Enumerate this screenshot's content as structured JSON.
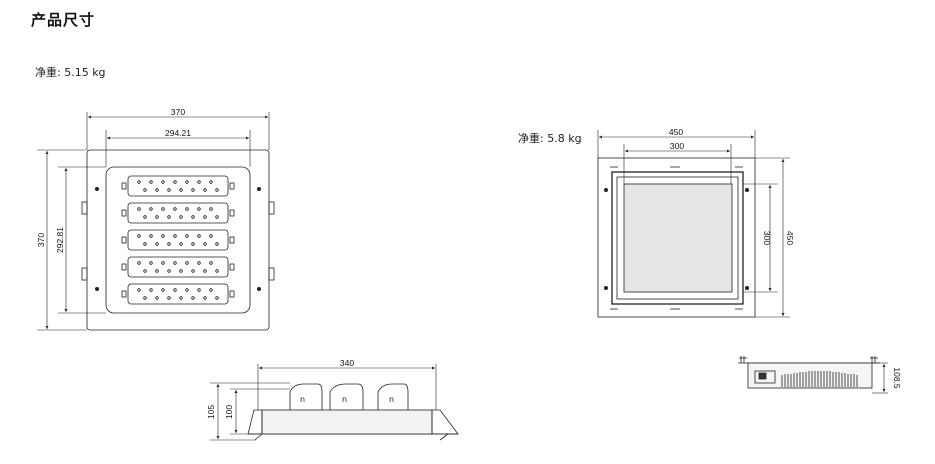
{
  "title": "产品尺寸",
  "product_a": {
    "weight": "净重: 5.15 kg",
    "top_view": {
      "outer_width": "370",
      "inner_width": "294.21",
      "outer_height": "370",
      "inner_height": "292.81"
    },
    "side_view": {
      "length": "340",
      "height_total": "105",
      "height_body": "100"
    }
  },
  "product_b": {
    "weight": "净重: 5.8 kg",
    "top_view": {
      "outer_width": "450",
      "inner_width": "300",
      "inner_height": "300",
      "outer_height": "450"
    },
    "side_view": {
      "height": "108.5"
    }
  },
  "colors": {
    "line": "#222222",
    "panel": "#e6e6e6",
    "dark": "#333333"
  }
}
